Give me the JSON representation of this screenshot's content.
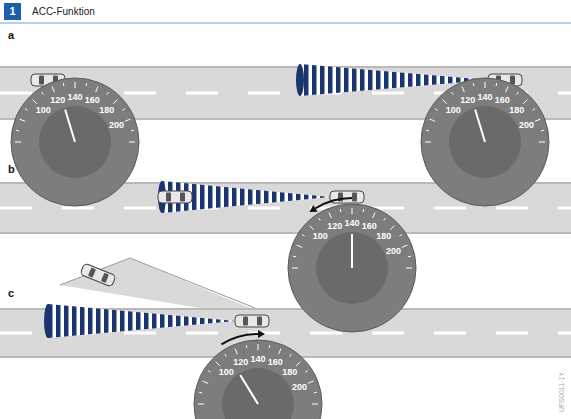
{
  "diagram": {
    "title": "ACC-Funktion",
    "labels": [
      "1",
      "a",
      "100",
      "120",
      "140",
      "160",
      "180",
      "200",
      "100",
      "120",
      "140",
      "160",
      "180",
      "200",
      "b",
      "100",
      "120",
      "140",
      "160",
      "180",
      "200",
      "c",
      "100",
      "120",
      "140",
      "160",
      "180",
      "200",
      "UFS0011-1Y"
    ]
  }
}
